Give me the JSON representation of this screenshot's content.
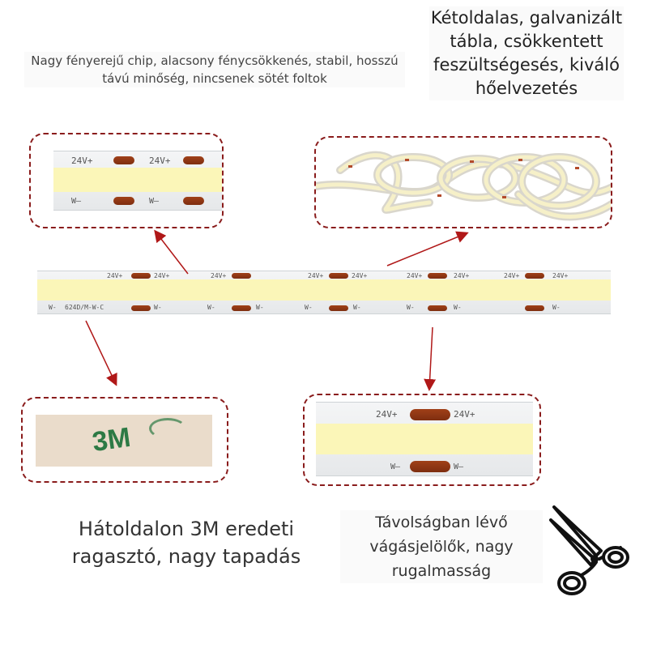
{
  "texts": {
    "chip_feature": "Nagy fényerejű chip, alacsony fénycsökkenés, stabil, hosszú távú minőség, nincsenek sötét foltok",
    "board_feature": "Kétoldalas, galvanizált tábla, csökkentett feszültségesés, kiváló hőelvezetés",
    "adhesive_feature": "Hátoldalon 3M eredeti ragasztó, nagy tapadás",
    "cut_feature": "Távolságban lévő vágásjelölők, nagy rugalmasság"
  },
  "strip_labels": {
    "positive": "24V+",
    "negative": "W-",
    "negative_dash": "W—",
    "model": "624D/M-W-C"
  },
  "tape_brand": "3M",
  "colors": {
    "frame": "#8a1c1c",
    "arrow": "#b01818",
    "phosphor": "#fbf6b8",
    "pad": "#8a3414"
  }
}
